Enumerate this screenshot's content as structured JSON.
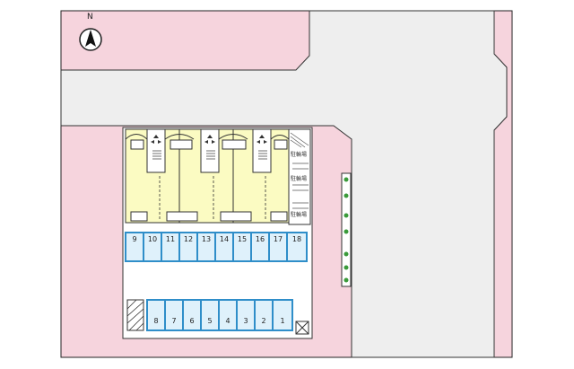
{
  "map": {
    "north_label": "N",
    "bike_labels": [
      "駐輪場",
      "駐輪場",
      "駐輪場"
    ],
    "top_parking_numbers": [
      "9",
      "10",
      "11",
      "12",
      "13",
      "14",
      "15",
      "16",
      "17",
      "18"
    ],
    "bottom_parking_numbers": [
      "8",
      "7",
      "6",
      "5",
      "4",
      "3",
      "2",
      "1"
    ],
    "colors": {
      "lot": "#f6d4dd",
      "road": "#eeeeee",
      "building": "#fbfbc2",
      "parking": "#dff1fb",
      "parking_border": "#2f8ec9",
      "hedge": "#3a9a3a"
    }
  }
}
